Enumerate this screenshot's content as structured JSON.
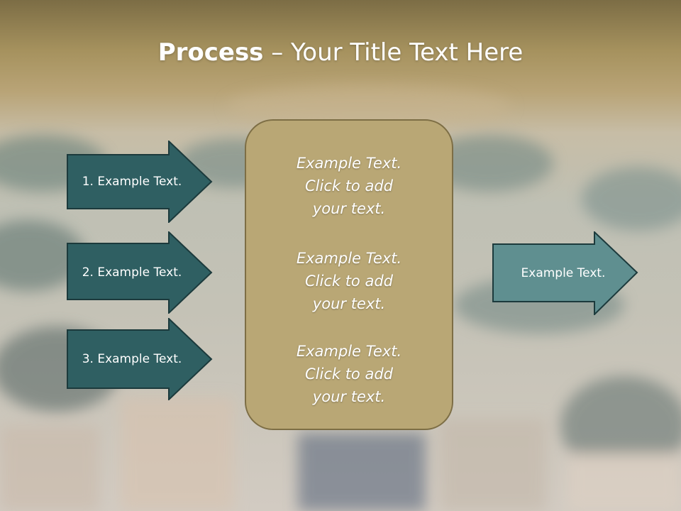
{
  "title": {
    "bold": "Process",
    "rest": " – Your Title Text Here"
  },
  "left_steps": [
    {
      "label": "1. Example Text."
    },
    {
      "label": "2. Example Text."
    },
    {
      "label": "3. Example Text."
    }
  ],
  "center_blocks": [
    {
      "line1": "Example Text.",
      "line2": "Click  to add",
      "line3": "your text."
    },
    {
      "line1": "Example Text.",
      "line2": "Click  to add",
      "line3": "your text."
    },
    {
      "line1": "Example Text.",
      "line2": "Click  to add",
      "line3": "your text."
    }
  ],
  "right_step": {
    "label": "Example Text."
  },
  "colors": {
    "arrow_dark": "#2f5f62",
    "arrow_light": "#5f8f90",
    "arrow_border": "#1c3a3c",
    "box_fill": "#b9a775",
    "box_border": "#7d6e45"
  }
}
